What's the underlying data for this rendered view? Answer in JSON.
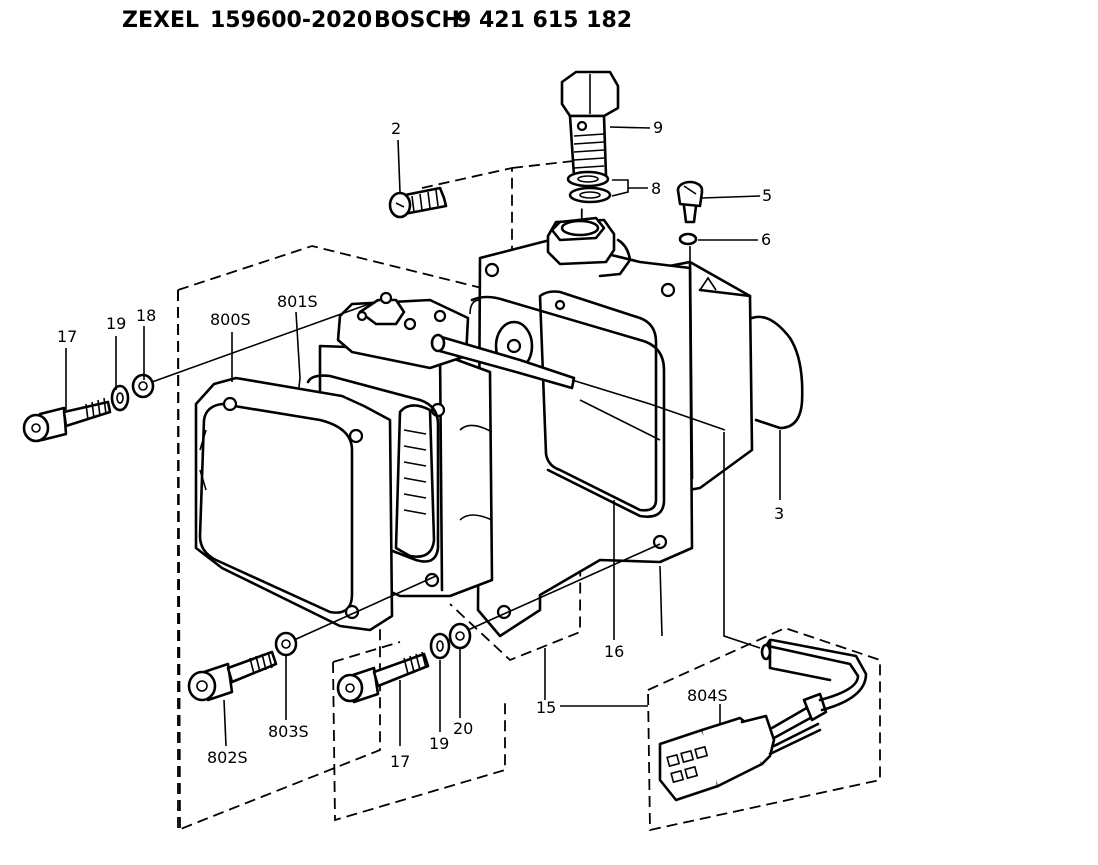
{
  "header": {
    "maker": "ZEXEL",
    "maker_part": "159600-2020",
    "oem": "BOSCH",
    "oem_part": "9 421 615 182"
  },
  "callouts": {
    "c2": "2",
    "c9": "9",
    "c8": "8",
    "c5": "5",
    "c6": "6",
    "c17a": "17",
    "c19a": "19",
    "c18": "18",
    "c800s": "800S",
    "c801s": "801S",
    "c3": "3",
    "c16": "16",
    "c15": "15",
    "c804s": "804S",
    "c802s": "802S",
    "c803s": "803S",
    "c17b": "17",
    "c19b": "19",
    "c20": "20"
  }
}
